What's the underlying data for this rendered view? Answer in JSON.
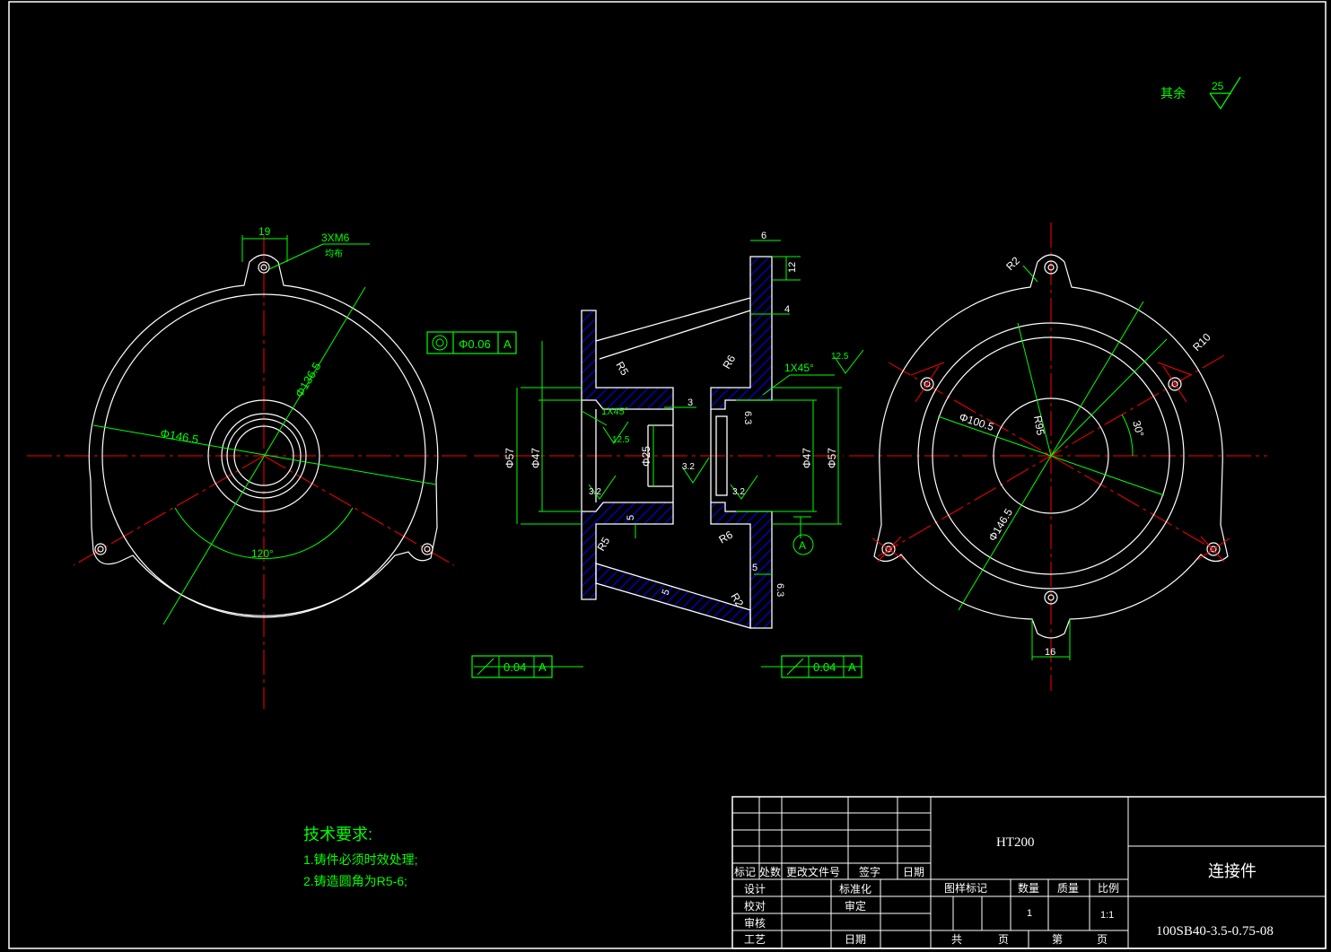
{
  "colors": {
    "background": "#000000",
    "outline": "#ffffff",
    "centerline": "#ff0000",
    "dimension": "#00ff00",
    "hatch": "#0000ff"
  },
  "roughness": {
    "prefix": "其余",
    "value": "25"
  },
  "left_view": {
    "width_dim": "19",
    "hole_note": "3XM6",
    "hole_note_sub": "均布",
    "dia_inner": "Φ136.5",
    "dia_outer": "Φ146.5",
    "angle": "120°",
    "concentricity": {
      "symbol": "◎",
      "tolerance": "Φ0.06",
      "datum": "A"
    }
  },
  "section_view": {
    "top_width": "6",
    "top_height": "12",
    "top_step": "4",
    "radius_r6_top": "R6",
    "radius_r5_top": "R5",
    "chamfer_right": "1X45°",
    "roughness_right": "12.5",
    "chamfer_left": "1X45°",
    "roughness_left": "12.5",
    "gap": "3",
    "ra63_a": "6.3",
    "dia_57_left": "Φ57",
    "dia_47_left": "Φ47",
    "dia_25": "Φ25",
    "ra32_mid": "3.2",
    "dia_47_right": "Φ47",
    "dia_57_right": "Φ57",
    "ra32_left_low": "3.2",
    "ra32_right_low": "3.2",
    "dim_5_left": "5",
    "radius_r5_bottom": "R5",
    "radius_r6_bottom": "R6",
    "dim_5_right": "5",
    "radius_r2": "R2",
    "ra63_b": "6.3",
    "wall_5": "5",
    "datum": "A",
    "runout_left": {
      "tolerance": "0.04",
      "datum": "A"
    },
    "runout_right": {
      "tolerance": "0.04",
      "datum": "A"
    }
  },
  "right_view": {
    "radius_r2": "R2",
    "radius_r10": "R10",
    "dia_100": "Φ100.5",
    "radius_r95": "R95",
    "angle": "30°",
    "dia_146": "Φ146.5",
    "width_dim": "16"
  },
  "tech_requirements": {
    "title": "技术要求:",
    "items": [
      "1.铸件必须时效处理;",
      "2.铸造圆角为R5-6;"
    ]
  },
  "title_block": {
    "material": "HT200",
    "part_name": "连接件",
    "drawing_no": "100SB40-3.5-0.75-08",
    "rev_headers": [
      "标记",
      "处数",
      "更改文件号",
      "签字",
      "日期"
    ],
    "left_labels": [
      "设计",
      "校对",
      "审核",
      "工艺"
    ],
    "mid_labels": [
      "标准化",
      "审定",
      "日期"
    ],
    "attr_headers": [
      "图样标记",
      "数量",
      "质量",
      "比例"
    ],
    "quantity": "1",
    "scale": "1:1",
    "sheet_labels": [
      "共",
      "页",
      "第",
      "页"
    ]
  }
}
